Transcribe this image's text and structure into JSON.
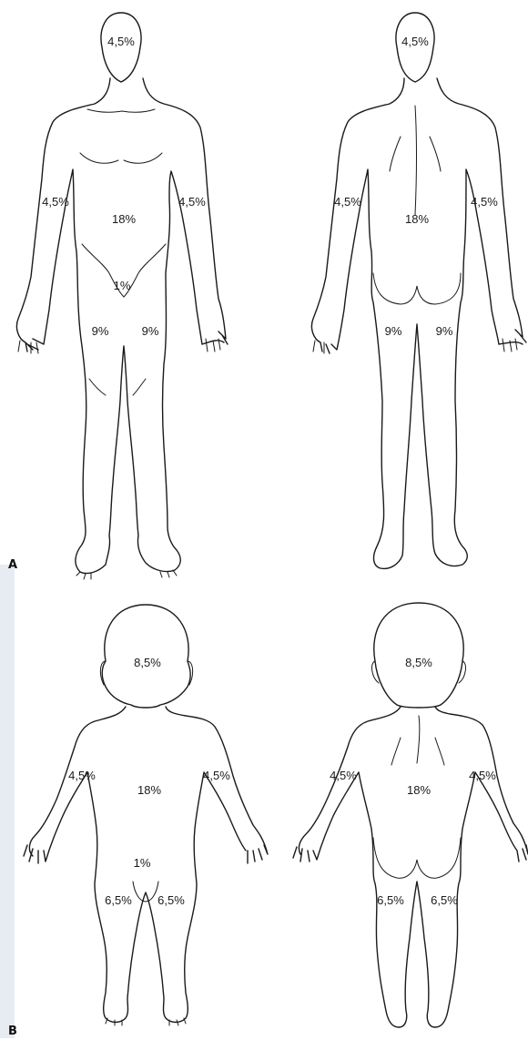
{
  "panels": [
    {
      "letter": "A",
      "front": {
        "head": "4,5%",
        "arm_right": "4,5%",
        "arm_left": "4,5%",
        "trunk": "18%",
        "genital": "1%",
        "leg_right": "9%",
        "leg_left": "9%"
      },
      "back": {
        "head": "4,5%",
        "arm_left": "4,5%",
        "arm_right": "4,5%",
        "trunk": "18%",
        "leg_left": "9%",
        "leg_right": "9%"
      }
    },
    {
      "letter": "B",
      "front": {
        "head": "8,5%",
        "arm_right": "4,5%",
        "arm_left": "4,5%",
        "trunk": "18%",
        "genital": "1%",
        "leg_right": "6,5%",
        "leg_left": "6,5%"
      },
      "back": {
        "head": "8,5%",
        "arm_left": "4,5%",
        "arm_right": "4,5%",
        "trunk": "18%",
        "leg_left": "6,5%",
        "leg_right": "6,5%"
      }
    }
  ]
}
